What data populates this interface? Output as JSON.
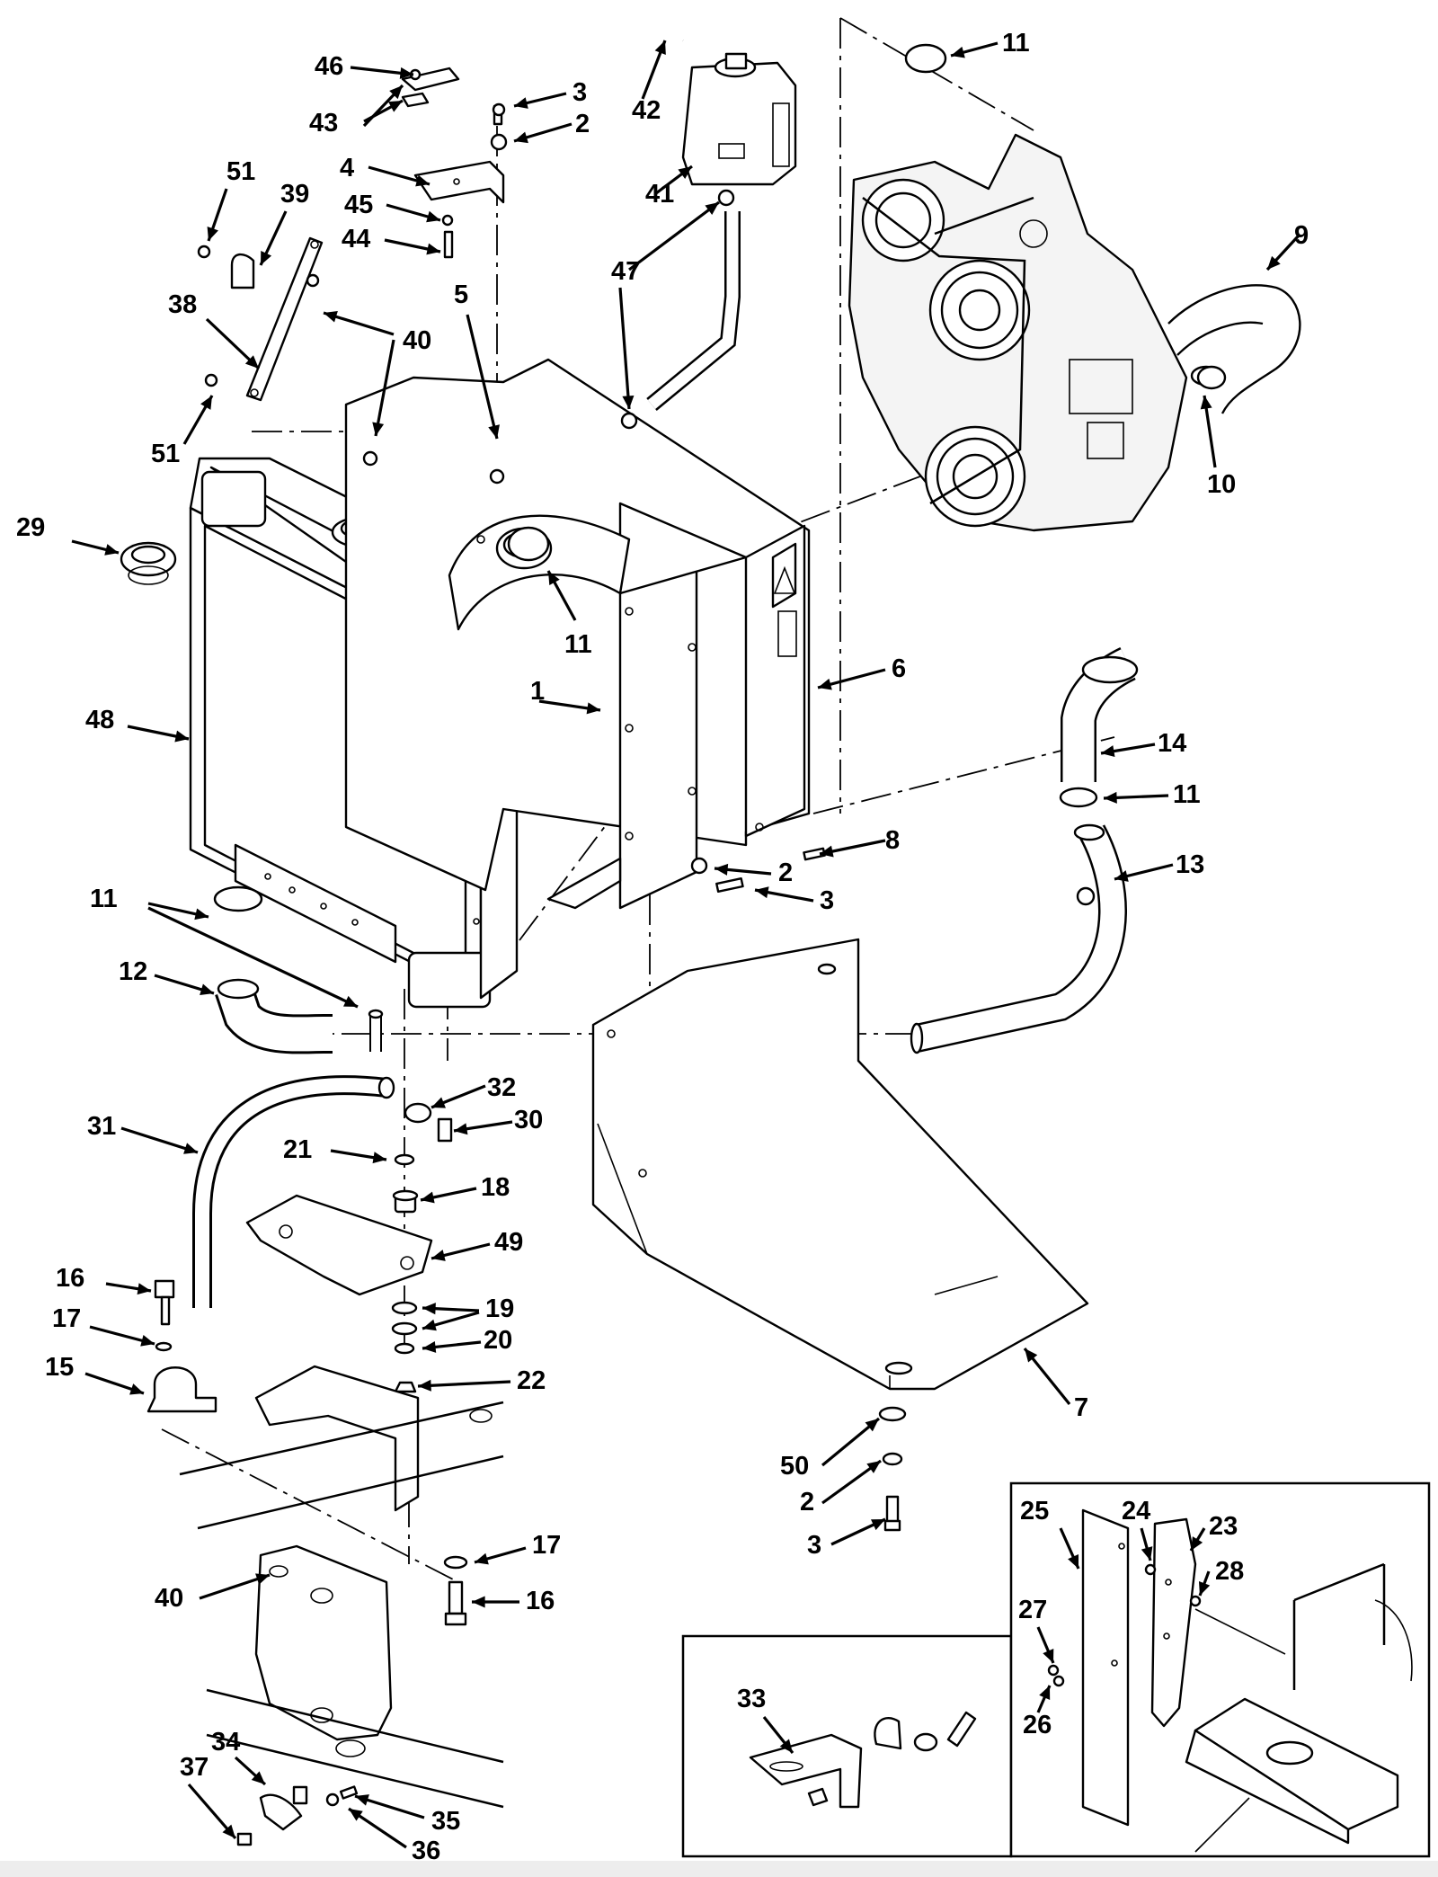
{
  "callouts": {
    "c46": "46",
    "c43": "43",
    "c3a": "3",
    "c2a": "2",
    "c4": "4",
    "c45": "45",
    "c44": "44",
    "c51a": "51",
    "c39": "39",
    "c38": "38",
    "c40a": "40",
    "c51b": "51",
    "c5": "5",
    "c42": "42",
    "c41": "41",
    "c47": "47",
    "c11a": "11",
    "c9": "9",
    "c10": "10",
    "c29": "29",
    "c11b": "11",
    "c48": "48",
    "c1": "1",
    "c6": "6",
    "c14": "14",
    "c11c": "11",
    "c8": "8",
    "c13": "13",
    "c2b": "2",
    "c3b": "3",
    "c11d": "11",
    "c12": "12",
    "c32": "32",
    "c30": "30",
    "c31": "31",
    "c21": "21",
    "c18": "18",
    "c49": "49",
    "c16a": "16",
    "c19": "19",
    "c17a": "17",
    "c20": "20",
    "c15": "15",
    "c22": "22",
    "c7": "7",
    "c50": "50",
    "c2c": "2",
    "c3c": "3",
    "c17b": "17",
    "c40b": "40",
    "c16b": "16",
    "c25": "25",
    "c24": "24",
    "c23": "23",
    "c28": "28",
    "c27": "27",
    "c26": "26",
    "c33": "33",
    "c34": "34",
    "c35": "35",
    "c37": "37",
    "c36": "36"
  }
}
